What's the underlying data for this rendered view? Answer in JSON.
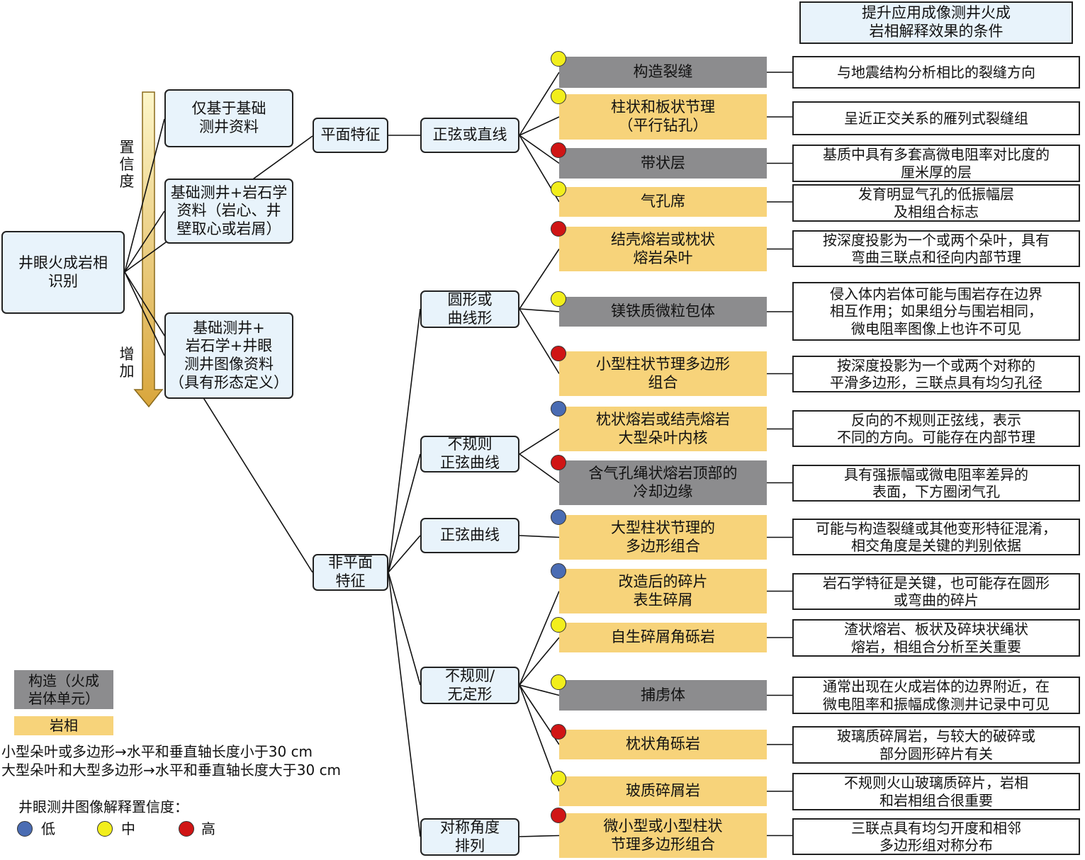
{
  "title": "提升应用成像测井火成\n岩相解释效果的条件",
  "root": "井眼火成岩相\n识别",
  "levels": [
    "仅基于基础\n测井资料",
    "基础测井+岩石学\n资料（岩心、井\n壁取心或岩屑）",
    "基础测井+\n岩石学+井眼\n测井图像资料\n（具有形态定义）"
  ],
  "arrow_labels": {
    "top": "置\n信\n度",
    "bottom": "增\n加"
  },
  "features": {
    "planar": "平面特征",
    "nonplanar": "非平面\n特征"
  },
  "shapes": {
    "sine_line": "正弦或直线",
    "round_curve": "圆形或\n曲线形",
    "irregular_sine": "不规则\n正弦曲线",
    "sine_curve": "正弦曲线",
    "irregular_amorphous": "不规则/\n无定形",
    "symmetric": "对称角度\n排列"
  },
  "items": [
    {
      "label": "构造裂缝",
      "kind": "struct",
      "conf": "mid",
      "desc": "与地震结构分析相比的裂缝方向"
    },
    {
      "label": "柱状和板状节理\n（平行钻孔）",
      "kind": "facies",
      "conf": "mid",
      "desc": "呈近正交关系的雁列式裂缝组"
    },
    {
      "label": "带状层",
      "kind": "struct",
      "conf": "high",
      "desc": "基质中具有多套高微电阻率对比度的\n厘米厚的层"
    },
    {
      "label": "气孔席",
      "kind": "facies",
      "conf": "mid",
      "desc": "发育明显气孔的低振幅层\n及相组合标志"
    },
    {
      "label": "结壳熔岩或枕状\n熔岩朵叶",
      "kind": "facies",
      "conf": "high",
      "desc": "按深度投影为一个或两个朵叶，具有\n弯曲三联点和径向内部节理"
    },
    {
      "label": "镁铁质微粒包体",
      "kind": "struct",
      "conf": "mid",
      "desc": "侵入体内岩体可能与围岩存在边界\n相互作用；如果组分与围岩相同，\n微电阻率图像上也许不可见"
    },
    {
      "label": "小型柱状节理多边形\n组合",
      "kind": "facies",
      "conf": "high",
      "desc": "按深度投影为一个或两个对称的\n平滑多边形，三联点具有均匀孔径"
    },
    {
      "label": "枕状熔岩或结壳熔岩\n大型朵叶内核",
      "kind": "facies",
      "conf": "low",
      "desc": "反向的不规则正弦线，表示\n不同的方向。可能存在内部节理"
    },
    {
      "label": "含气孔绳状熔岩顶部的\n冷却边缘",
      "kind": "struct",
      "conf": "high",
      "desc": "具有强振幅或微电阻率差异的\n表面，下方圈闭气孔"
    },
    {
      "label": "大型柱状节理的\n多边形组合",
      "kind": "facies",
      "conf": "low",
      "desc": "可能与构造裂缝或其他变形特征混淆，\n相交角度是关键的判别依据"
    },
    {
      "label": "改造后的碎片\n表生碎屑",
      "kind": "facies",
      "conf": "low",
      "desc": "岩石学特征是关键，也可能存在圆形\n或弯曲的碎片"
    },
    {
      "label": "自生碎屑角砾岩",
      "kind": "facies",
      "conf": "mid",
      "desc": "渣状熔岩、板状及碎块状绳状\n熔岩，相组合分析至关重要"
    },
    {
      "label": "捕虏体",
      "kind": "struct",
      "conf": "mid",
      "desc": "通常出现在火成岩体的边界附近，在\n微电阻率和振幅成像测井记录中可见"
    },
    {
      "label": "枕状角砾岩",
      "kind": "facies",
      "conf": "high",
      "desc": "玻璃质碎屑岩，与较大的破碎或\n部分圆形碎片有关"
    },
    {
      "label": "玻质碎屑岩",
      "kind": "facies",
      "conf": "mid",
      "desc": "不规则火山玻璃质碎片，岩相\n和岩相组合很重要"
    },
    {
      "label": "微小型或小型柱状\n节理多边形组合",
      "kind": "facies",
      "conf": "high",
      "desc": "三联点具有均匀开度和相邻\n多边形组对称分布"
    }
  ],
  "legend": {
    "struct": "构造（火成\n岩体单元）",
    "facies": "岩相",
    "note1": "小型朵叶或多边形→水平和垂直轴长度小于30 cm",
    "note2": "大型朵叶和大型多边形→水平和垂直轴长度大于30 cm",
    "conf_title": "井眼测井图像解释置信度：",
    "low": "低",
    "mid": "中",
    "high": "高"
  },
  "colors": {
    "low": "#4a6cb3",
    "mid": "#f2ee1c",
    "high": "#d01515",
    "facies": "#f7d37a",
    "struct": "#8c8c8e",
    "blue": "#e8f3fb"
  }
}
